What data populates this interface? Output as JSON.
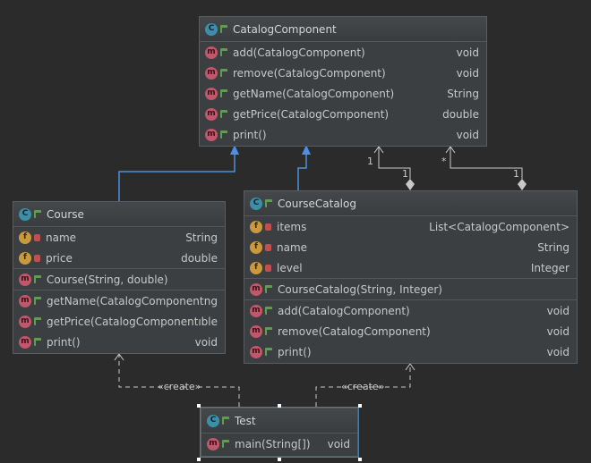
{
  "classes": {
    "catalog_component": {
      "name": "CatalogComponent",
      "methods": [
        {
          "name": "add(CatalogComponent)",
          "type": "void"
        },
        {
          "name": "remove(CatalogComponent)",
          "type": "void"
        },
        {
          "name": "getName(CatalogComponent)",
          "type": "String"
        },
        {
          "name": "getPrice(CatalogComponent)",
          "type": "double"
        },
        {
          "name": "print()",
          "type": "void"
        }
      ]
    },
    "course": {
      "name": "Course",
      "fields": [
        {
          "name": "name",
          "type": "String"
        },
        {
          "name": "price",
          "type": "double"
        }
      ],
      "constructors": [
        {
          "name": "Course(String, double)"
        }
      ],
      "methods": [
        {
          "name": "getName(CatalogComponent)",
          "type": "ng"
        },
        {
          "name": "getPrice(CatalogComponent)",
          "type": "ıble"
        },
        {
          "name": "print()",
          "type": "void"
        }
      ]
    },
    "course_catalog": {
      "name": "CourseCatalog",
      "fields": [
        {
          "name": "items",
          "type": "List<CatalogComponent>"
        },
        {
          "name": "name",
          "type": "String"
        },
        {
          "name": "level",
          "type": "Integer"
        }
      ],
      "constructors": [
        {
          "name": "CourseCatalog(String, Integer)"
        }
      ],
      "methods": [
        {
          "name": "add(CatalogComponent)",
          "type": "void"
        },
        {
          "name": "remove(CatalogComponent)",
          "type": "void"
        },
        {
          "name": "print()",
          "type": "void"
        }
      ]
    },
    "test": {
      "name": "Test",
      "methods": [
        {
          "name": "main(String[])",
          "type": "void"
        }
      ]
    }
  },
  "edge_labels": {
    "create_left": "«create»",
    "create_right": "«create»",
    "mult_left_target": "1",
    "mult_left_source": "1",
    "mult_right_target": "*",
    "mult_right_source": "1"
  },
  "colors": {
    "background": "#2b2b2b",
    "inheritance": "#4f8fdc",
    "association": "#c8c8c8"
  }
}
